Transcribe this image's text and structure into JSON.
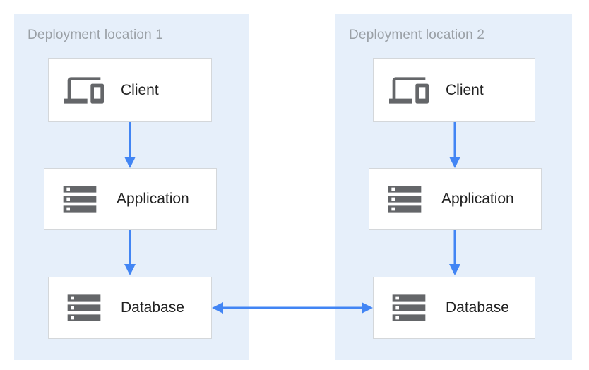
{
  "colors": {
    "panel_bg": "#e6effa",
    "box_bg": "#ffffff",
    "box_border": "#d4d7da",
    "arrow": "#4285f4",
    "icon": "#646669",
    "title_text": "#9aa0a6",
    "label_text": "#212121"
  },
  "diagram": {
    "type": "architecture-diagram",
    "panels": [
      {
        "title": "Deployment location 1",
        "nodes": [
          {
            "label": "Client",
            "icon": "devices-icon"
          },
          {
            "label": "Application",
            "icon": "storage-icon"
          },
          {
            "label": "Database",
            "icon": "storage-icon"
          }
        ]
      },
      {
        "title": "Deployment location 2",
        "nodes": [
          {
            "label": "Client",
            "icon": "devices-icon"
          },
          {
            "label": "Application",
            "icon": "storage-icon"
          },
          {
            "label": "Database",
            "icon": "storage-icon"
          }
        ]
      }
    ],
    "connections": [
      {
        "from": "Client (location 1)",
        "to": "Application (location 1)",
        "direction": "one-way"
      },
      {
        "from": "Application (location 1)",
        "to": "Database (location 1)",
        "direction": "one-way"
      },
      {
        "from": "Client (location 2)",
        "to": "Application (location 2)",
        "direction": "one-way"
      },
      {
        "from": "Application (location 2)",
        "to": "Database (location 2)",
        "direction": "one-way"
      },
      {
        "from": "Database (location 1)",
        "to": "Database (location 2)",
        "direction": "two-way"
      }
    ]
  }
}
